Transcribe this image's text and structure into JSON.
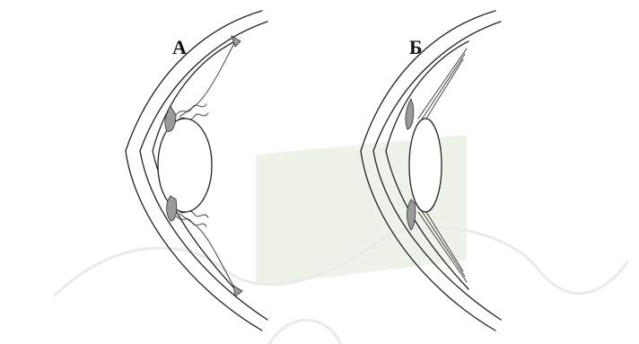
{
  "panels": [
    {
      "id": "A",
      "label": "А"
    },
    {
      "id": "B",
      "label": "Б"
    }
  ],
  "colors": {
    "stroke": "#222222",
    "muscle_fill": "#9a9a9a",
    "watermark": "#eef3ea"
  }
}
